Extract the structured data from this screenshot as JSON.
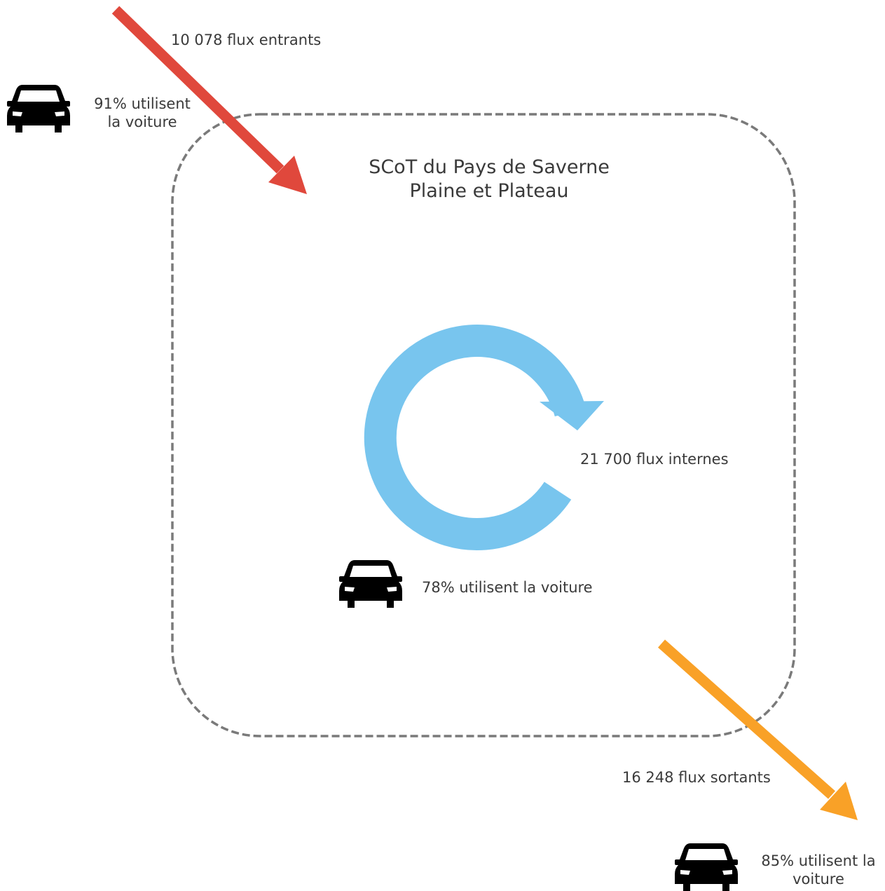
{
  "territory": {
    "title_line1": "SCoT du Pays de Saverne",
    "title_line2": "Plaine et Plateau"
  },
  "flows": {
    "incoming": {
      "label": "10 078 flux entrants",
      "car_share_line1": "91% utilisent",
      "car_share_line2": "la voiture",
      "color": "#e0483c"
    },
    "internal": {
      "label": "21 700 flux internes",
      "car_share": "78% utilisent la voiture",
      "color": "#78c5ee"
    },
    "outgoing": {
      "label": "16 248 flux sortants",
      "car_share_line1": "85% utilisent la",
      "car_share_line2": "voiture",
      "color": "#f9a127"
    }
  },
  "boundary_color": "#7a7a7a",
  "icons": [
    "car-icon"
  ]
}
